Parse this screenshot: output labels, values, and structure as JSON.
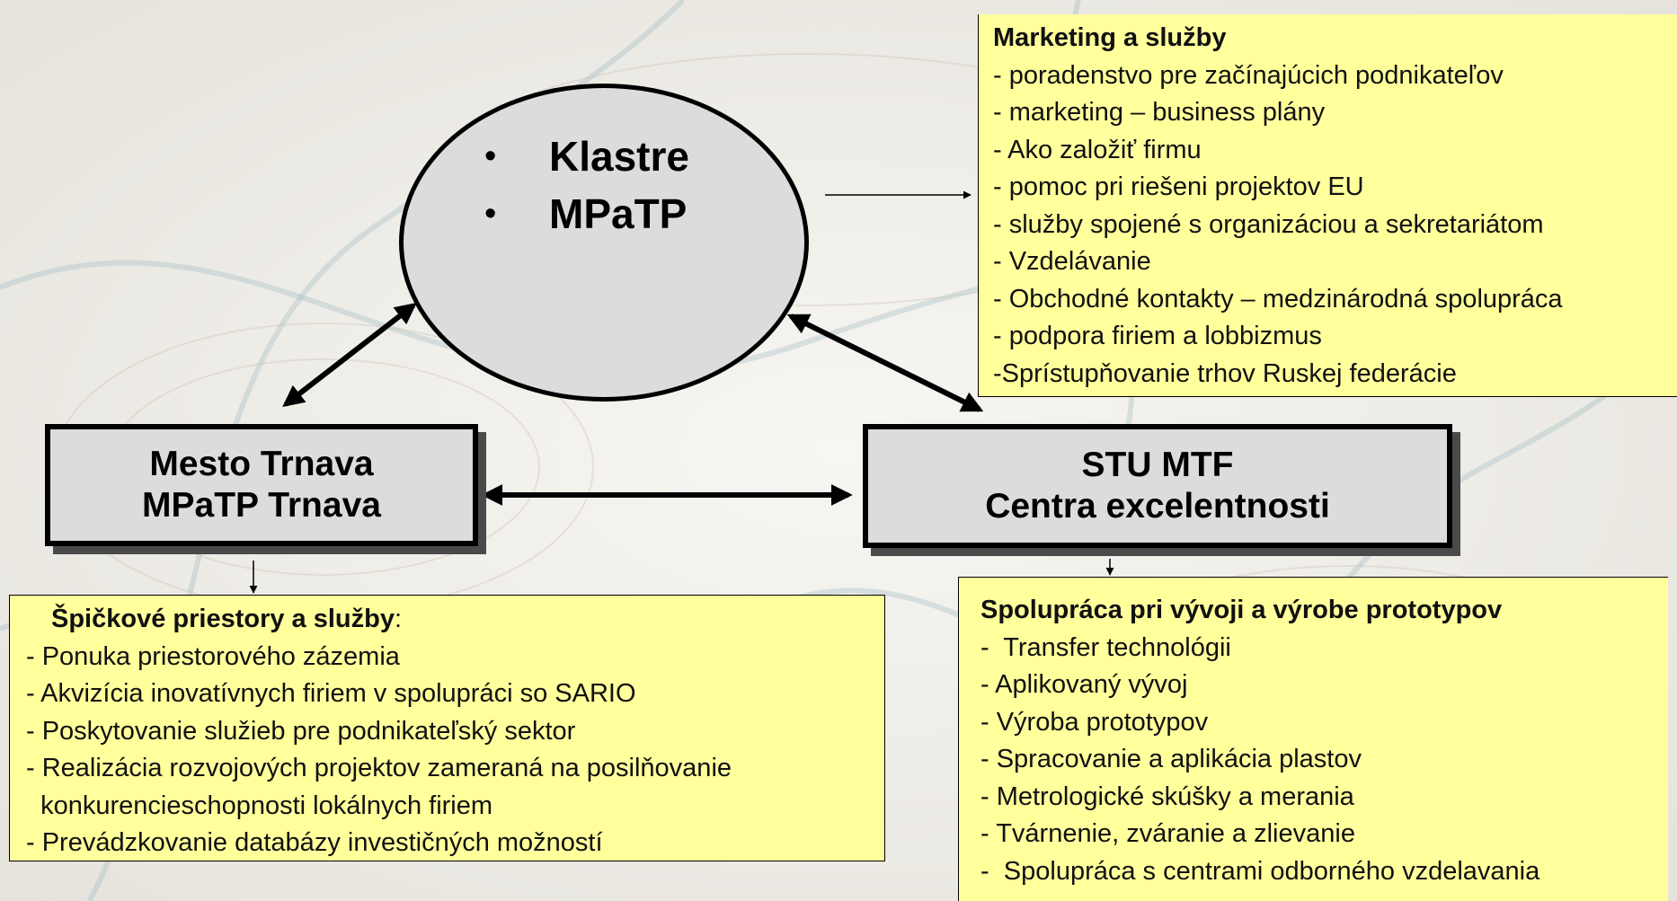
{
  "center": {
    "items": [
      "Klastre",
      "MPaTP"
    ]
  },
  "left_box": {
    "line1": "Mesto Trnava",
    "line2": "MPaTP Trnava"
  },
  "right_box": {
    "line1": "STU MTF",
    "line2": "Centra excelentnosti"
  },
  "top_right_panel": {
    "heading": "Marketing a služby",
    "items": [
      "- poradenstvo  pre začínajúcich podnikateľov",
      "- marketing – business plány",
      "- Ako založiť firmu",
      "- pomoc pri riešeni projektov EU",
      "- služby spojené s organizáciou a sekretariátom",
      "- Vzdelávanie",
      "- Obchodné kontakty – medzinárodná spolupráca",
      "- podpora firiem a lobbizmus",
      "-Sprístupňovanie trhov Ruskej federácie"
    ]
  },
  "bottom_left_panel": {
    "heading": "Špičkové priestory  a služby",
    "heading_suffix": ":",
    "items": [
      "- Ponuka priestorového zázemia",
      "- Akvizícia inovatívnych firiem v spolupráci so SARIO",
      "- Poskytovanie služieb pre podnikateľský sektor",
      "- Realizácia rozvojových projektov zameraná na posilňovanie",
      "  konkurencieschopnosti lokálnych firiem",
      "- Prevádzkovanie databázy investičných možností"
    ]
  },
  "bottom_right_panel": {
    "heading": "Spolupráca pri vývoji a výrobe prototypov",
    "items": [
      "-  Transfer technológii",
      "- Aplikovaný vývoj",
      "- Výroba prototypov",
      "- Spracovanie a aplikácia plastov",
      "- Metrologické skúšky a merania",
      "- Tvárnenie, zváranie a zlievanie",
      "-  Spolupráca s centrami odborného vzdelavania"
    ]
  },
  "colors": {
    "panel_fill": "#ffff9c",
    "node_fill": "#dcdcdc",
    "line": "#000000"
  }
}
